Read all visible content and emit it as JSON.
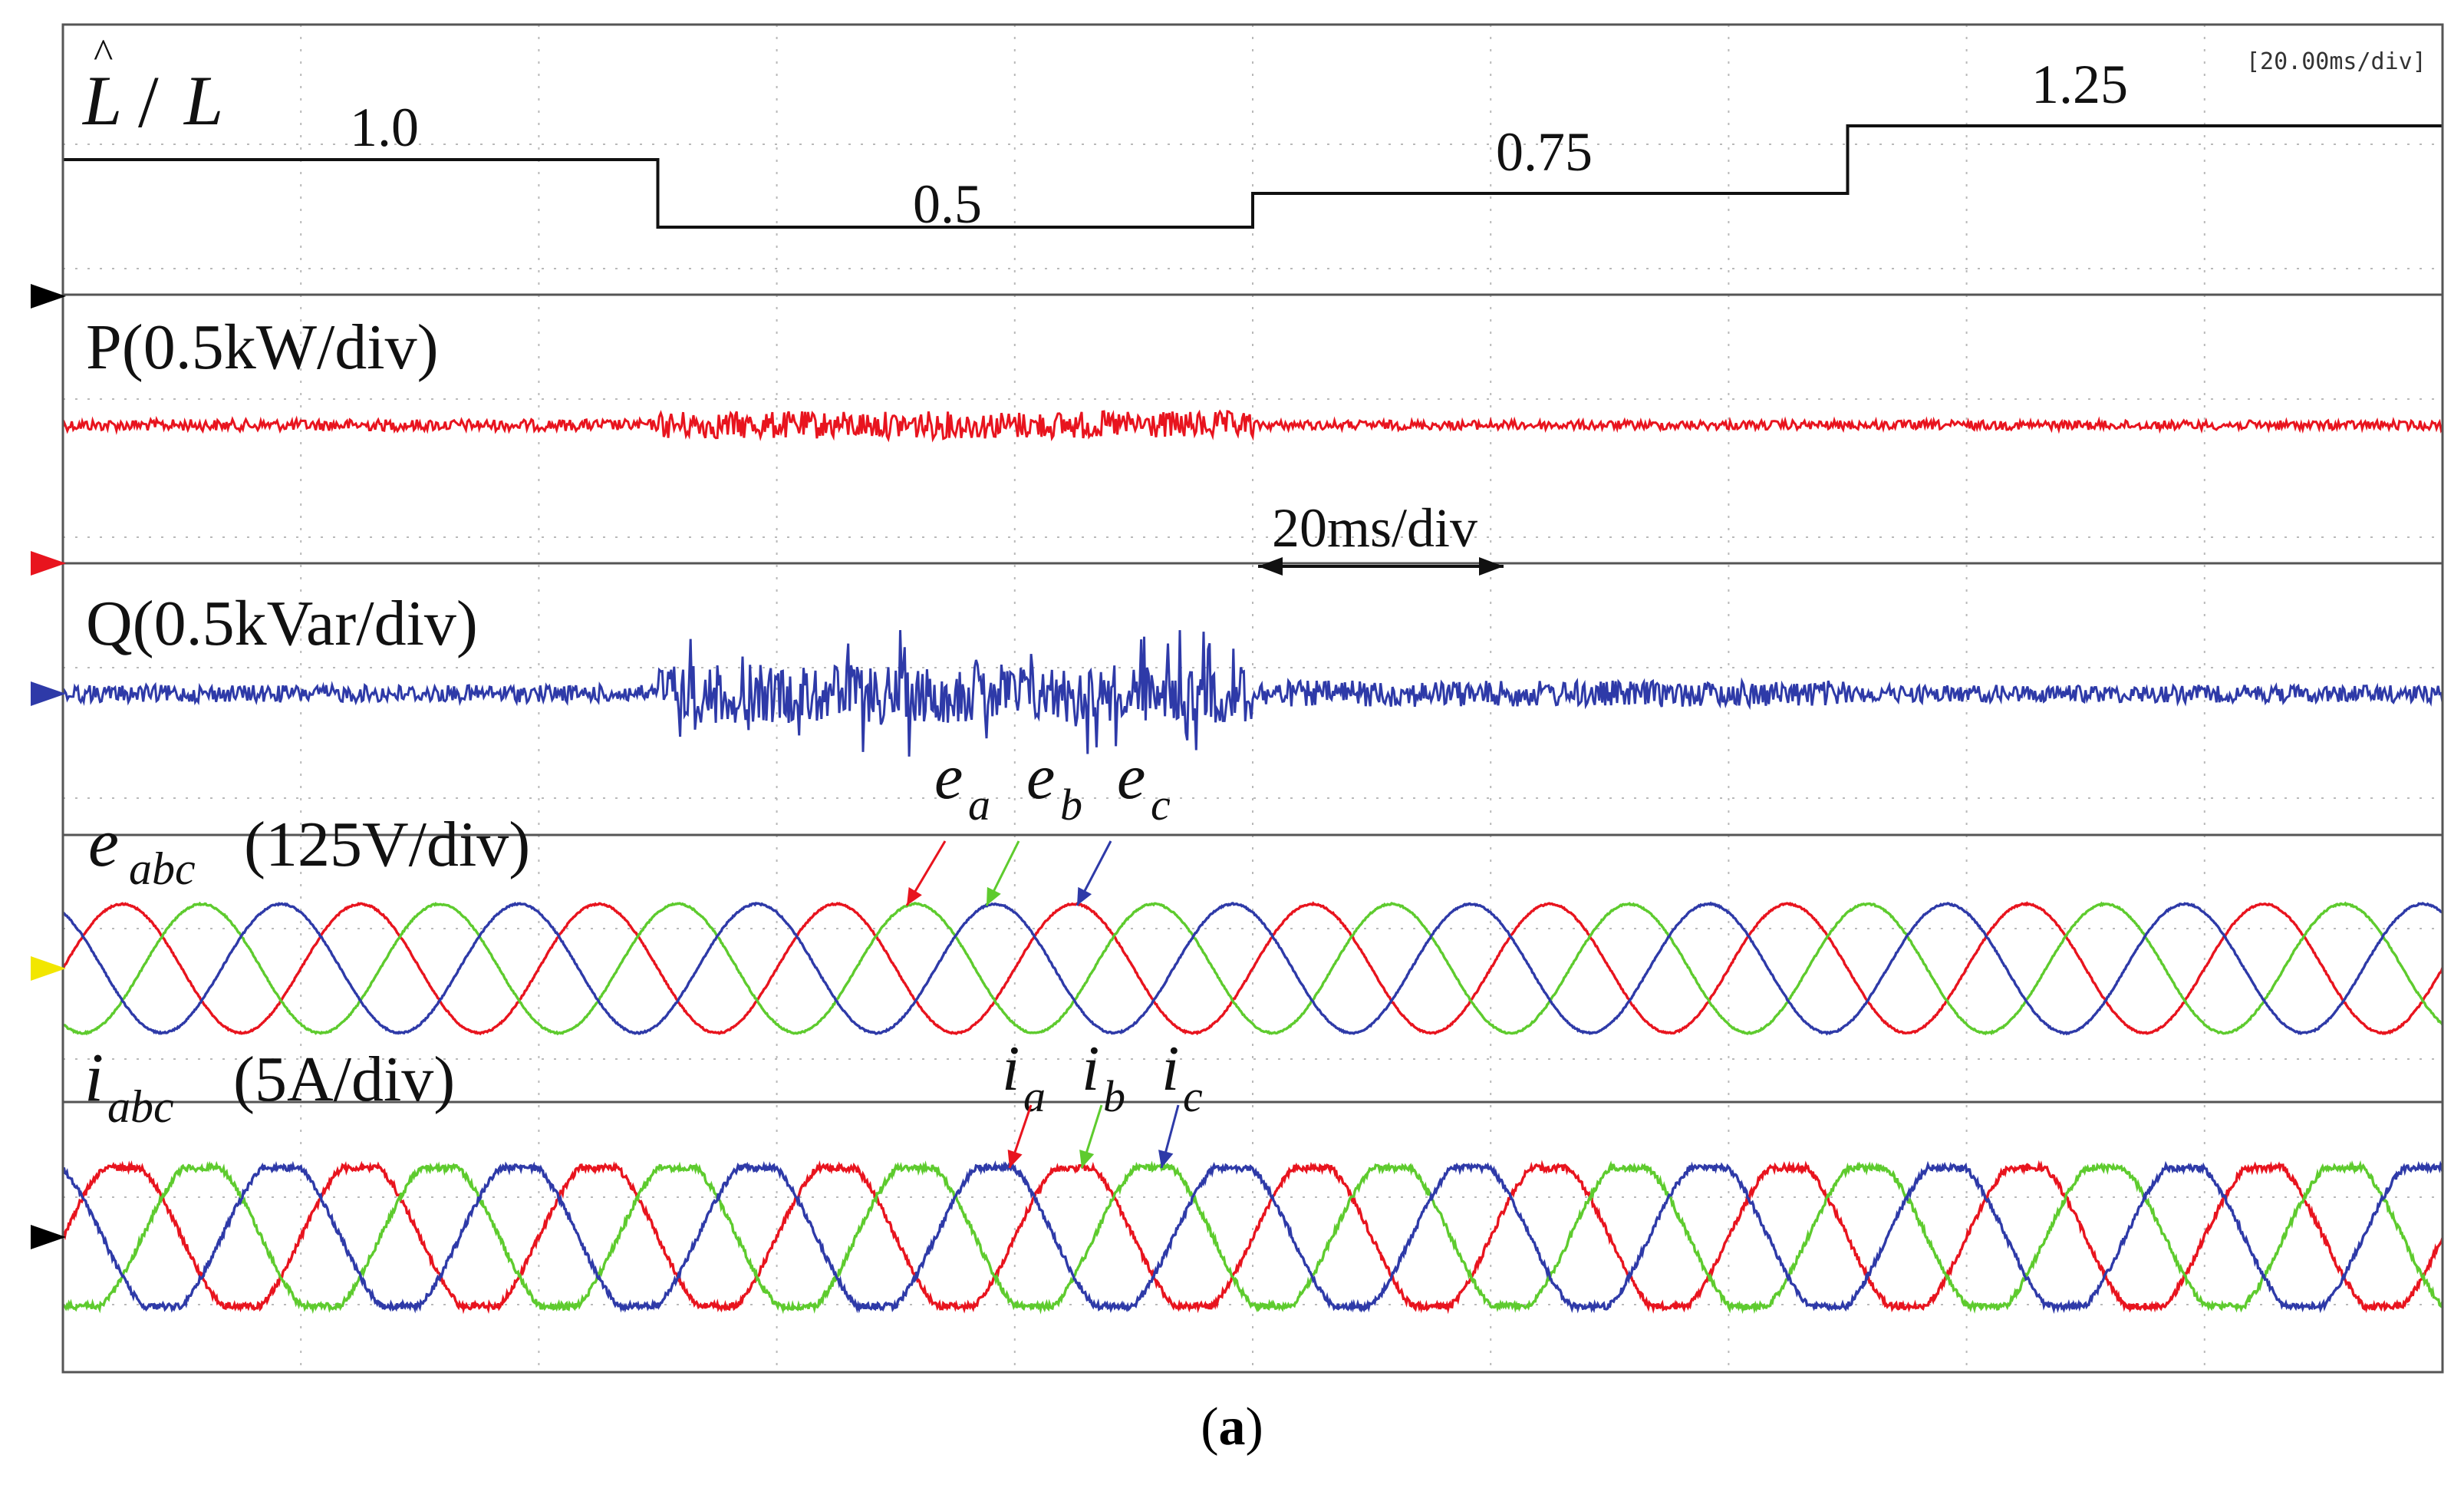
{
  "chart_data": {
    "type": "line",
    "timebase": "[20.00ms/div]",
    "scale_annotation": "20ms/div",
    "caption_letter": "a",
    "colors": {
      "red": "#e8141e",
      "green": "#5ecb2e",
      "blue": "#2e3aa8",
      "frame": "#555555",
      "grid": "#b9b9b9"
    },
    "grid": {
      "major_x_divisions": 10,
      "minor_style": "dotted"
    },
    "channels": [
      {
        "id": "ratio",
        "label_main": "L",
        "label_hat": "^",
        "label_slash": "/",
        "label_denominator": "L",
        "marker_color": "#000000",
        "segments": [
          {
            "t_start_div": 0.0,
            "t_end_div": 2.5,
            "value": 1.0,
            "label": "1.0"
          },
          {
            "t_start_div": 2.5,
            "t_end_div": 5.0,
            "value": 0.5,
            "label": "0.5"
          },
          {
            "t_start_div": 5.0,
            "t_end_div": 7.5,
            "value": 0.75,
            "label": "0.75"
          },
          {
            "t_start_div": 7.5,
            "t_end_div": 10.0,
            "value": 1.25,
            "label": "1.25"
          }
        ]
      },
      {
        "id": "power",
        "label": "P(0.5kW/div)",
        "color": "#e8141e",
        "marker_color": "#e8141e",
        "noise_levels": [
          {
            "from_div": 0.0,
            "to_div": 2.5,
            "amp": 0.25
          },
          {
            "from_div": 2.5,
            "to_div": 5.0,
            "amp": 0.6
          },
          {
            "from_div": 5.0,
            "to_div": 10.0,
            "amp": 0.2
          }
        ]
      },
      {
        "id": "reactive",
        "label": "Q(0.5kVar/div)",
        "color": "#2e3aa8",
        "marker_color": "#2e3aa8",
        "noise_levels": [
          {
            "from_div": 0.0,
            "to_div": 2.5,
            "amp": 0.3
          },
          {
            "from_div": 2.5,
            "to_div": 5.0,
            "amp": 1.0
          },
          {
            "from_div": 5.0,
            "to_div": 7.5,
            "amp": 0.45
          },
          {
            "from_div": 7.5,
            "to_div": 10.0,
            "amp": 0.3
          }
        ]
      },
      {
        "id": "voltage",
        "label_symbol": "e",
        "label_sub": "abc",
        "label_rest": "(125V/div)",
        "marker_color": "#f2e600",
        "cycles_in_window": 10,
        "phases": [
          {
            "name_symbol": "e",
            "name_sub": "a",
            "color": "#e8141e"
          },
          {
            "name_symbol": "e",
            "name_sub": "b",
            "color": "#5ecb2e"
          },
          {
            "name_symbol": "e",
            "name_sub": "c",
            "color": "#2e3aa8"
          }
        ]
      },
      {
        "id": "current",
        "label_symbol": "i",
        "label_sub": "abc",
        "label_rest": "(5A/div)",
        "marker_color": "#000000",
        "cycles_in_window": 10,
        "phases": [
          {
            "name_symbol": "i",
            "name_sub": "a",
            "color": "#e8141e"
          },
          {
            "name_symbol": "i",
            "name_sub": "b",
            "color": "#5ecb2e"
          },
          {
            "name_symbol": "i",
            "name_sub": "c",
            "color": "#2e3aa8"
          }
        ]
      }
    ]
  }
}
